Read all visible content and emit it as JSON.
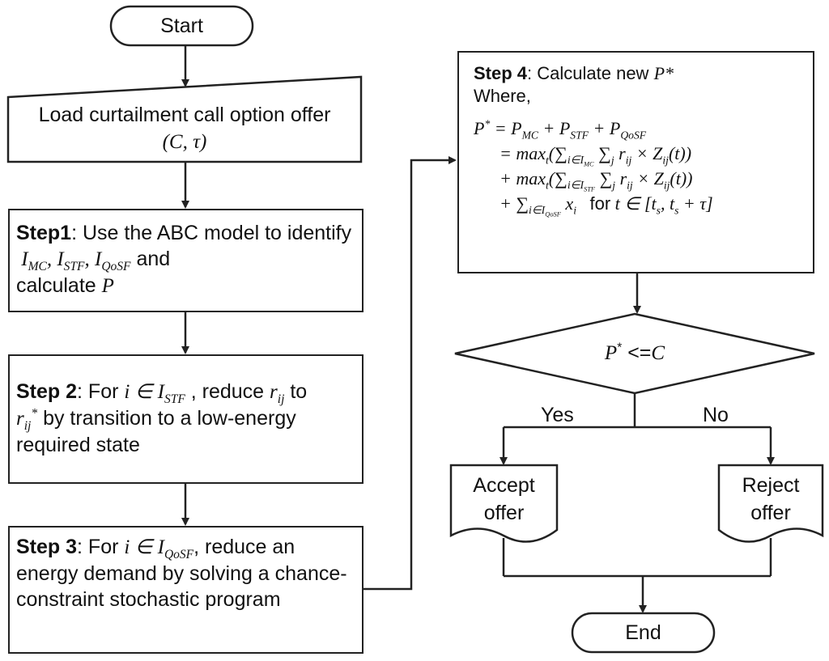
{
  "start": "Start",
  "end": "End",
  "load": {
    "line1": "Load curtailment call option offer",
    "line2": "(C, τ)"
  },
  "step1": {
    "head": "Step1",
    "text": ": Use the ABC model to identify",
    "and": "and",
    "calc": "calculate",
    "p": "P"
  },
  "step2": {
    "head": "Step 2",
    "for": ": For",
    "reduce": ", reduce",
    "to": "to",
    "tail": "by transition to a low-energy required state"
  },
  "step3": {
    "head": "Step 3",
    "for": ": For",
    "reduce": ", reduce an energy demand by solving a chance-constraint stochastic program"
  },
  "step4": {
    "head": "Step 4",
    "text": ": Calculate new",
    "pstar": "P*",
    "where": "Where,"
  },
  "decision": {
    "lhs": "P",
    "op": "<=",
    "rhs": "C"
  },
  "yes": "Yes",
  "no": "No",
  "accept": {
    "l1": "Accept",
    "l2": "offer"
  },
  "reject": {
    "l1": "Reject",
    "l2": "offer"
  },
  "colors": {
    "stroke": "#222222",
    "fill": "#ffffff"
  }
}
